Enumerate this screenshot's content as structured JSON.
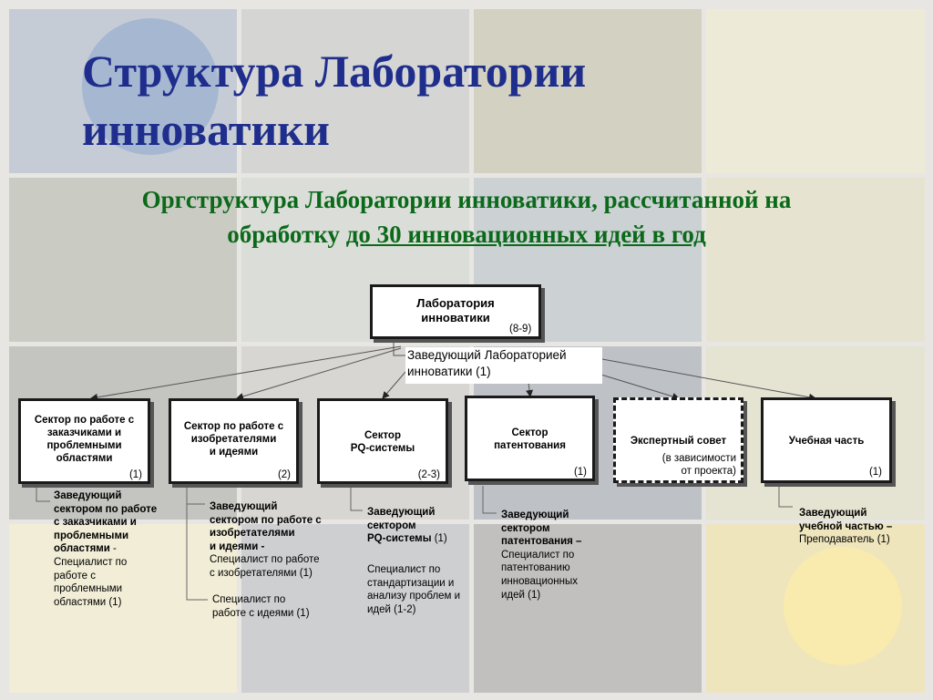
{
  "title": {
    "line1": "Структура Лаборатории",
    "line2": "инноватики"
  },
  "subtitle": {
    "line1": "Оргструктура Лаборатории инноватики, рассчитанной на",
    "line2_plain": "обработку ",
    "line2_underlined": "до 30 инновационных идей в год"
  },
  "root": {
    "line1": "Лаборатория",
    "line2": "инноватики",
    "count": "(8-9)"
  },
  "head": {
    "line1": "Заведующий Лабораторией",
    "line2": "инноватики   (1)"
  },
  "sectors": [
    {
      "lines": [
        "Сектор по работе с",
        "заказчиками и",
        "проблемными",
        "областями"
      ],
      "count": "(1)"
    },
    {
      "lines": [
        "Сектор по работе с",
        "изобретателями",
        "и идеями"
      ],
      "count": "(2)"
    },
    {
      "lines": [
        "Сектор",
        "PQ-системы"
      ],
      "count": "(2-3)"
    },
    {
      "lines": [
        "Сектор",
        "патентования"
      ],
      "count": "(1)"
    },
    {
      "lines": [
        "Экспертный совет"
      ],
      "count_lines": [
        "(в зависимости",
        "от проекта)"
      ]
    },
    {
      "lines": [
        "Учебная часть"
      ],
      "count": "(1)"
    }
  ],
  "notes": {
    "s1": {
      "bold": [
        "Заведующий",
        "сектором по работе",
        "с заказчиками и",
        "проблемными",
        "областями"
      ],
      "bold_suffix": " -",
      "plain": [
        "Специалист по",
        "работе с",
        "проблемными",
        "областями   (1)"
      ]
    },
    "s2": {
      "bold": [
        " Заведующий",
        "сектором по работе с",
        "изобретателями",
        "и идеями -"
      ],
      "plain1": [
        "Специалист по работе",
        "с изобретателями   (1)"
      ],
      "plain2": [
        "Специалист по",
        "работе с идеями   (1)"
      ]
    },
    "s3": {
      "bold": [
        " Заведующий",
        "сектором",
        "PQ-системы"
      ],
      "bold_suffix": "   (1)",
      "plain": [
        "Специалист по",
        "стандартизации и",
        "анализу проблем и",
        "идей   (1-2)"
      ]
    },
    "s4": {
      "bold": [
        "Заведующий",
        "сектором",
        "патентования –"
      ],
      "plain": [
        "Специалист по",
        "патентованию",
        "инновационных",
        "идей   (1)"
      ]
    },
    "s6": {
      "bold": [
        "Заведующий",
        "учебной частью –"
      ],
      "plain": [
        "Преподаватель   (1)"
      ]
    }
  },
  "colors": {
    "title": "#1f2e8c",
    "subtitle": "#0b6a1a"
  }
}
